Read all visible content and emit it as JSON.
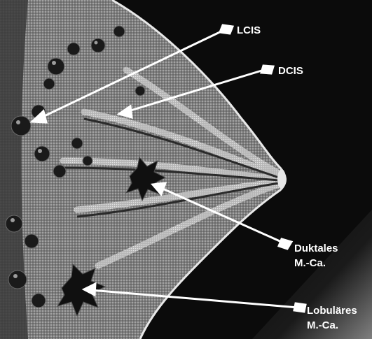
{
  "labels": {
    "lcis": "LCIS",
    "dcis": "DCIS",
    "duktales_line1": "Duktales",
    "duktales_line2": "M.-Ca.",
    "lobulares_line1": "Lobuläres",
    "lobulares_line2": "M.-Ca."
  },
  "colors": {
    "background": "#0b0b0b",
    "tissue": "#9a9a9a",
    "arrow": "#ffffff",
    "label": "#ffffff"
  }
}
